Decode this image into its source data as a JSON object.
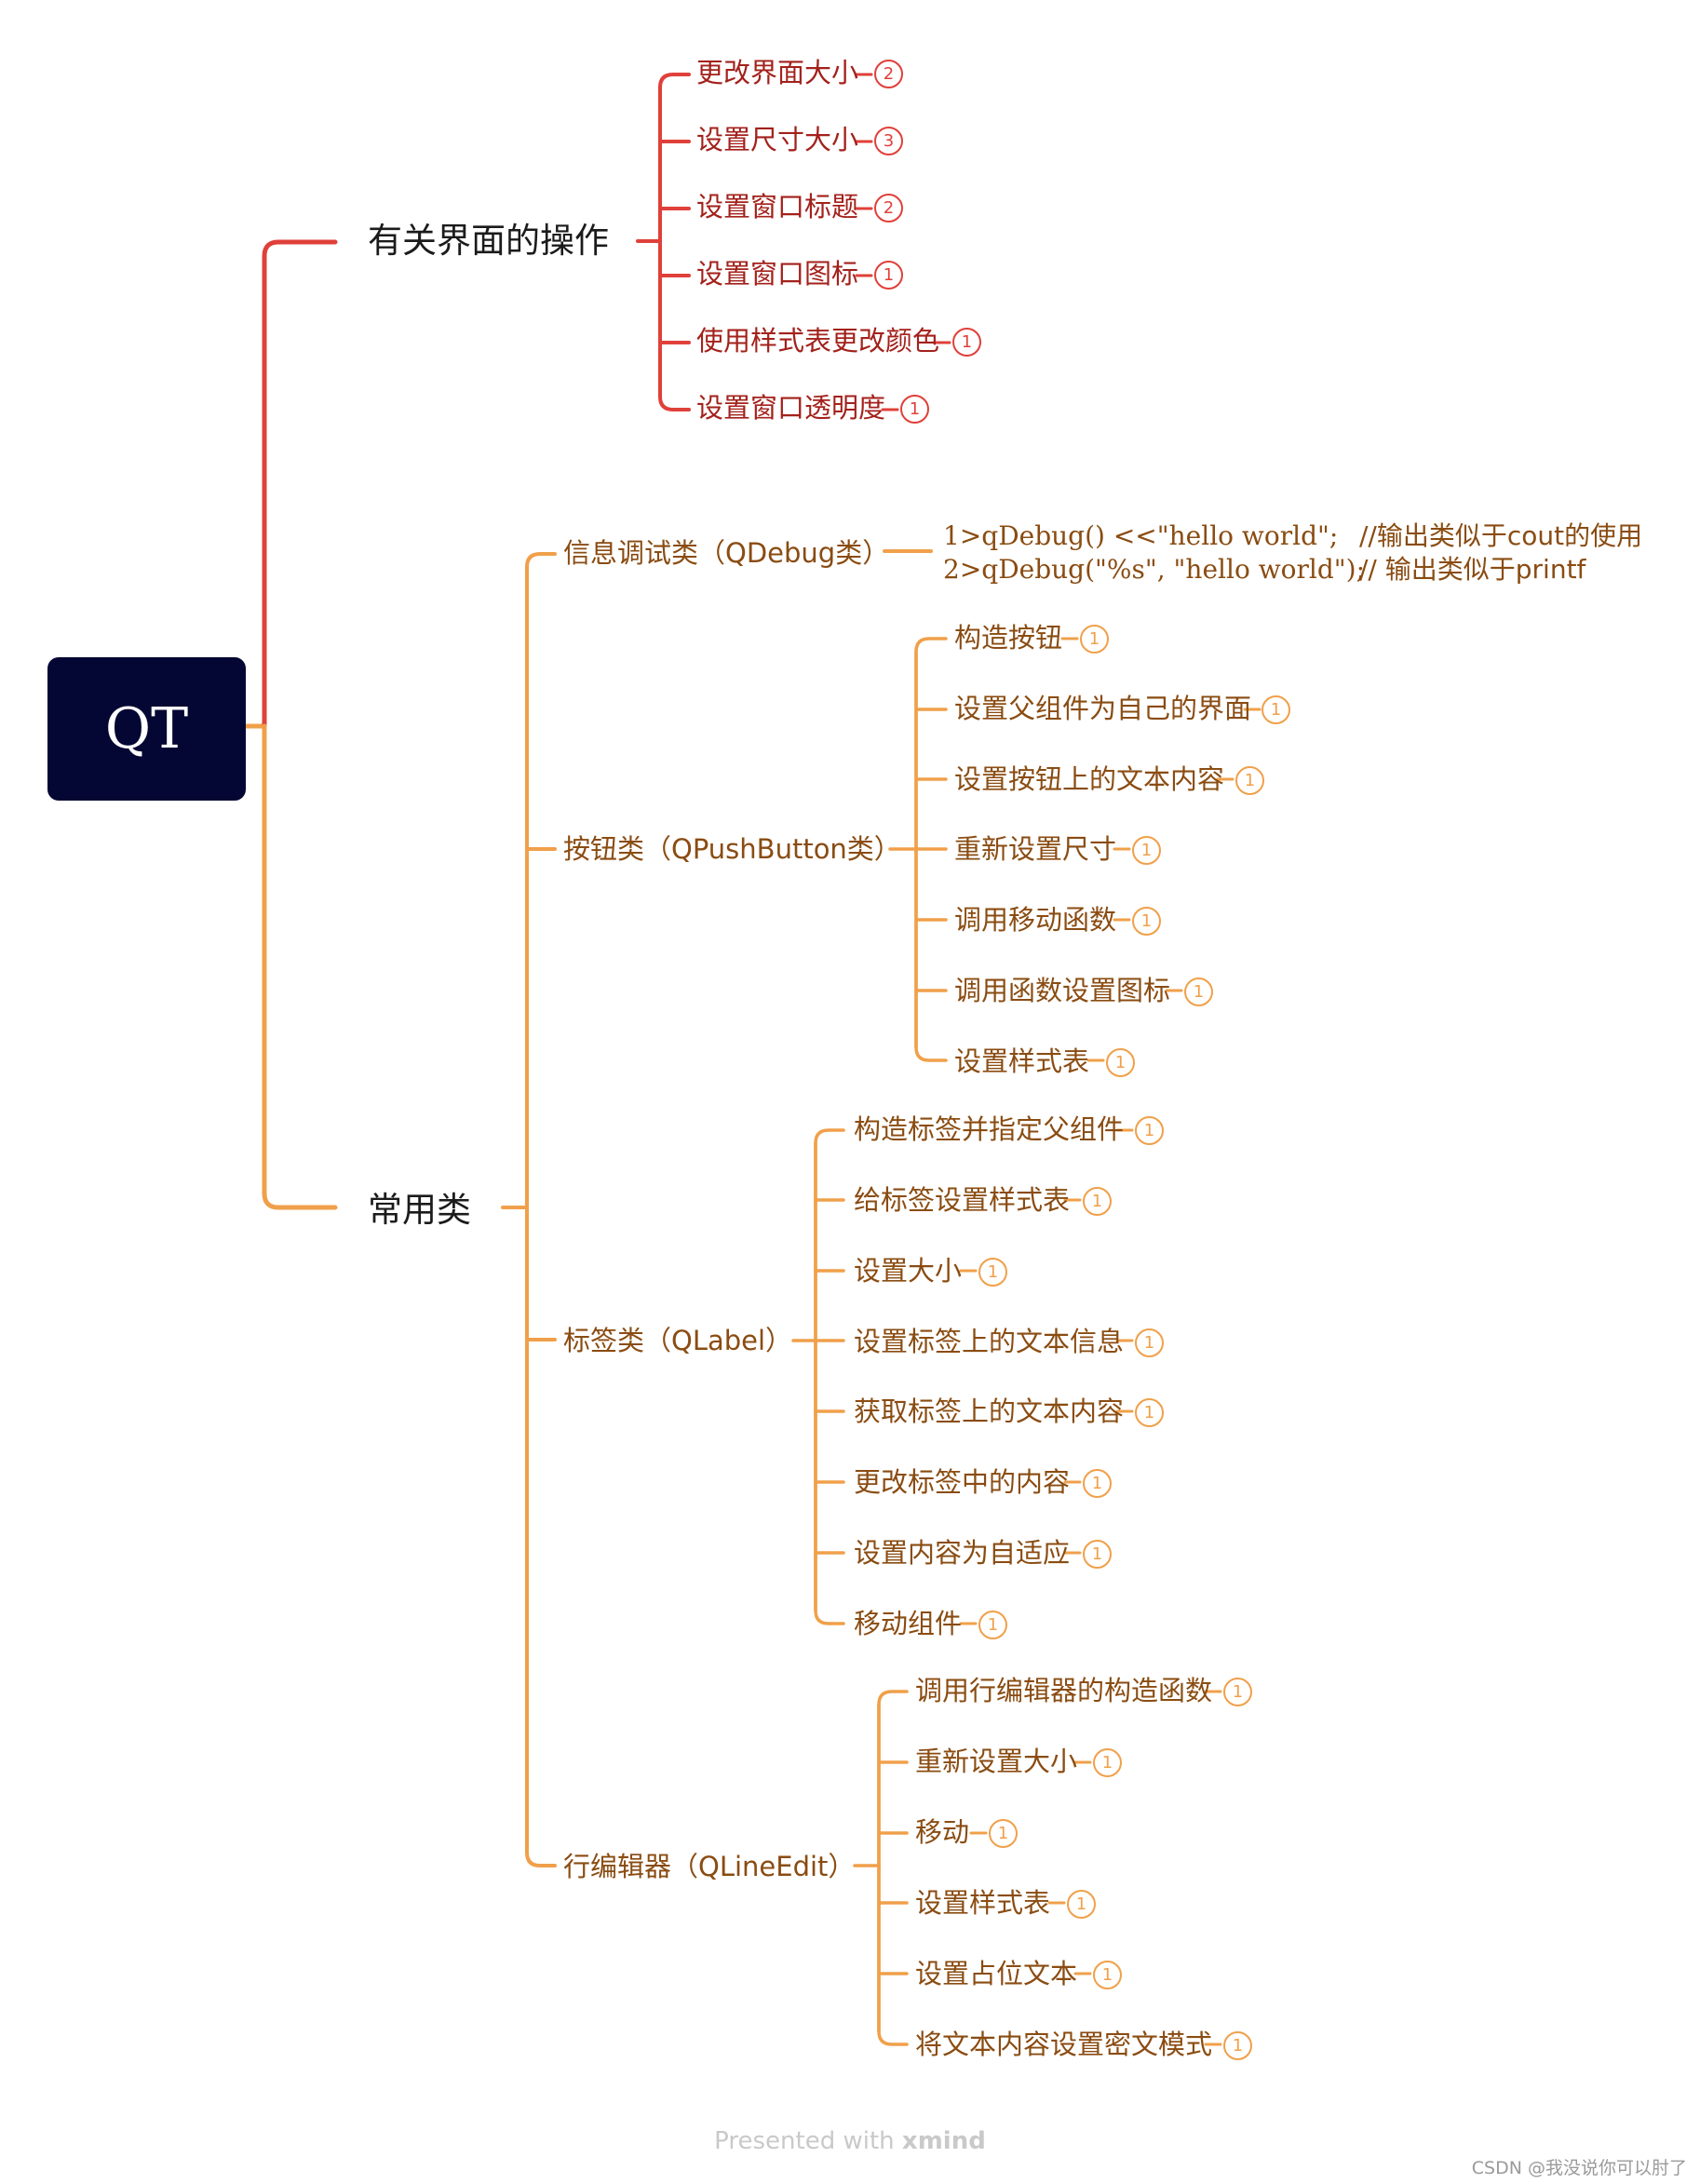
{
  "root": {
    "label": "QT"
  },
  "colors": {
    "red": "#e0403a",
    "orange": "#f0a04a",
    "root_bg": "#040733"
  },
  "branches": [
    {
      "label": "有关界面的操作",
      "color": "red",
      "children": [
        {
          "label": "更改界面大小",
          "count": "2"
        },
        {
          "label": "设置尺寸大小",
          "count": "3"
        },
        {
          "label": "设置窗口标题",
          "count": "2"
        },
        {
          "label": "设置窗口图标",
          "count": "1"
        },
        {
          "label": "使用样式表更改颜色",
          "count": "1"
        },
        {
          "label": "设置窗口透明度",
          "count": "1"
        }
      ]
    },
    {
      "label": "常用类",
      "color": "orange",
      "children": [
        {
          "label": "信息调试类（QDebug类）",
          "code": [
            {
              "text": "1>qDebug() <<\"hello world\";",
              "comment": "//输出类似于cout的使用"
            },
            {
              "text": "2>qDebug(\"%s\", \"hello world\");",
              "comment": "// 输出类似于printf"
            }
          ]
        },
        {
          "label": "按钮类（QPushButton类）",
          "children": [
            {
              "label": "构造按钮",
              "count": "1"
            },
            {
              "label": "设置父组件为自己的界面",
              "count": "1"
            },
            {
              "label": "设置按钮上的文本内容",
              "count": "1"
            },
            {
              "label": "重新设置尺寸",
              "count": "1"
            },
            {
              "label": "调用移动函数",
              "count": "1"
            },
            {
              "label": "调用函数设置图标",
              "count": "1"
            },
            {
              "label": "设置样式表",
              "count": "1"
            }
          ]
        },
        {
          "label": "标签类（QLabel）",
          "children": [
            {
              "label": "构造标签并指定父组件",
              "count": "1"
            },
            {
              "label": "给标签设置样式表",
              "count": "1"
            },
            {
              "label": "设置大小",
              "count": "1"
            },
            {
              "label": "设置标签上的文本信息",
              "count": "1"
            },
            {
              "label": "获取标签上的文本内容",
              "count": "1"
            },
            {
              "label": "更改标签中的内容",
              "count": "1"
            },
            {
              "label": "设置内容为自适应",
              "count": "1"
            },
            {
              "label": "移动组件",
              "count": "1"
            }
          ]
        },
        {
          "label": "行编辑器（QLineEdit）",
          "children": [
            {
              "label": "调用行编辑器的构造函数",
              "count": "1"
            },
            {
              "label": "重新设置大小",
              "count": "1"
            },
            {
              "label": "移动",
              "count": "1"
            },
            {
              "label": "设置样式表",
              "count": "1"
            },
            {
              "label": "设置占位文本",
              "count": "1"
            },
            {
              "label": "将文本内容设置密文模式",
              "count": "1"
            }
          ]
        }
      ]
    }
  ],
  "footer": {
    "prefix": "Presented with ",
    "brand": "xmind"
  },
  "watermark": "CSDN @我没说你可以肘了"
}
